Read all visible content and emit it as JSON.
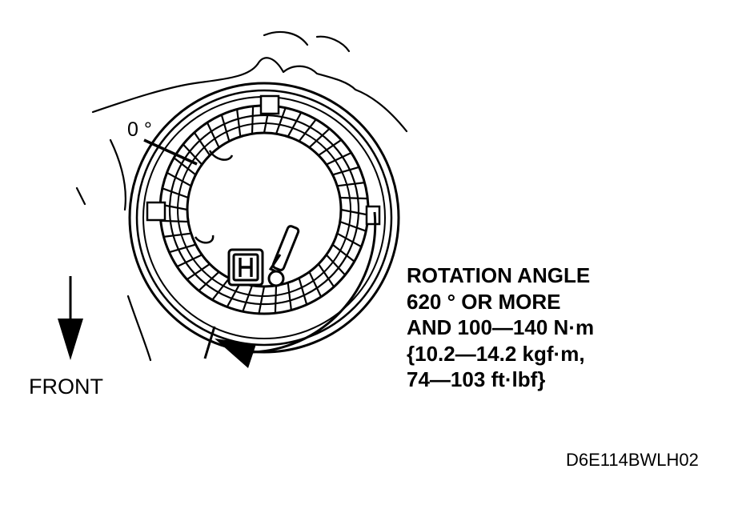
{
  "labels": {
    "zero_angle": "0 °",
    "front": "FRONT",
    "figure_code": "D6E114BWLH02"
  },
  "specification": {
    "lines": [
      "ROTATION ANGLE",
      "620 ° OR MORE",
      "AND 100—140 N·m",
      "{10.2—14.2 kgf·m,",
      "74—103 ft·lbf}"
    ]
  },
  "icons": {
    "front_direction": "arrow-down-icon",
    "rotation_direction": "counterclockwise-arrow-icon"
  },
  "colors": {
    "line": "#000000",
    "background": "#ffffff"
  }
}
